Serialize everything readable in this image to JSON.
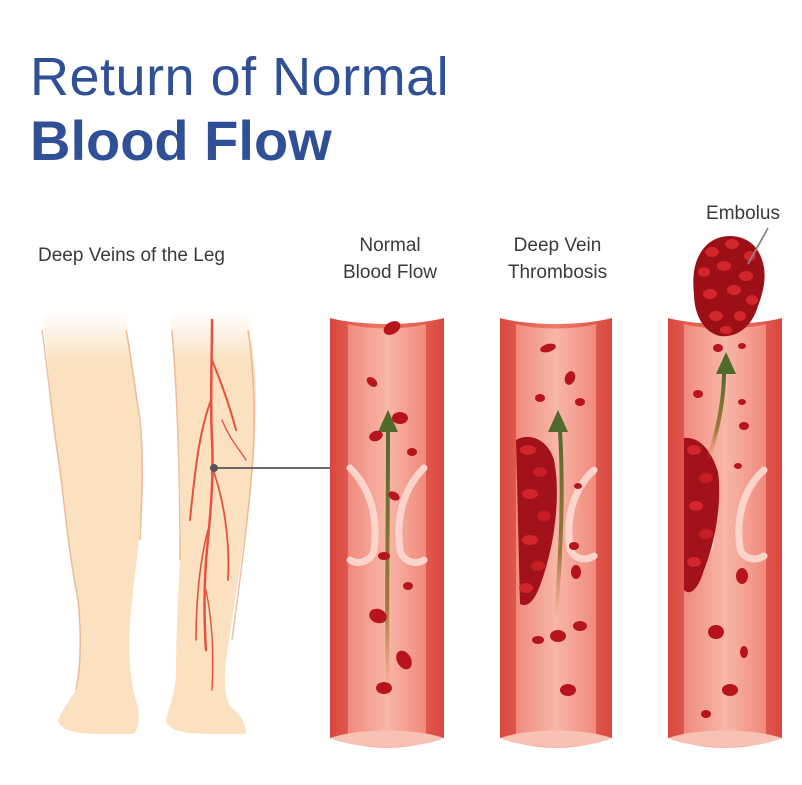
{
  "title": {
    "line1": "Return of Normal",
    "line2": "Blood Flow"
  },
  "labels": {
    "legs": "Deep Veins of the Leg",
    "normal": [
      "Normal",
      "Blood Flow"
    ],
    "dvt": [
      "Deep Vein",
      "Thrombosis"
    ],
    "embolus": "Embolus"
  },
  "colors": {
    "title": "#2f4f96",
    "skin": "#fbe1c0",
    "vein_wall": "#e2574f",
    "vein_inner": "#f5a193",
    "blood_cell": "#b8141c",
    "flow_arrow": "#5a6a2e"
  }
}
